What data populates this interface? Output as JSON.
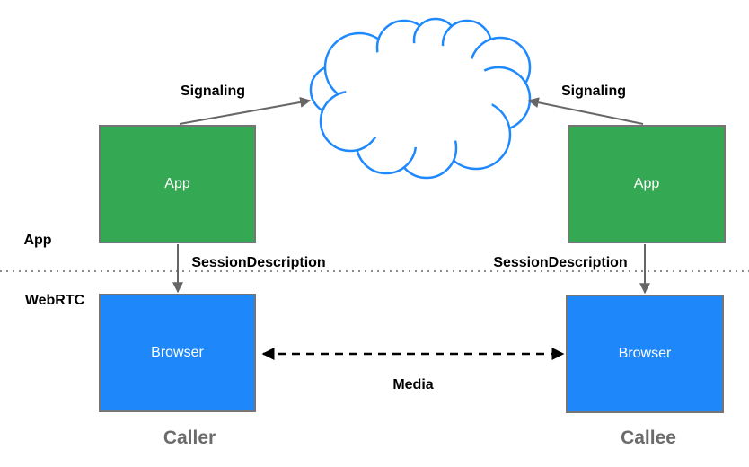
{
  "diagram": {
    "title_semantic": "WebRTC JSEP signaling architecture",
    "colors": {
      "app_box_fill": "#35a853",
      "browser_box_fill": "#1e87f9",
      "box_border": "#757575",
      "cloud_stroke": "#1e88ff",
      "arrow_gray": "#666666",
      "arrow_black": "#000000",
      "divider_gray": "#8c8c8c",
      "caption_gray": "#6b6b6b"
    },
    "cloud": {
      "name": "signaling-network-cloud"
    },
    "layers": {
      "app_label": "App",
      "webrtc_label": "WebRTC"
    },
    "nodes": {
      "caller_app": {
        "label": "App"
      },
      "callee_app": {
        "label": "App"
      },
      "caller_browser": {
        "label": "Browser"
      },
      "callee_browser": {
        "label": "Browser"
      }
    },
    "edges": {
      "signaling_left": {
        "label": "Signaling"
      },
      "signaling_right": {
        "label": "Signaling"
      },
      "session_left": {
        "label": "SessionDescription"
      },
      "session_right": {
        "label": "SessionDescription"
      },
      "media": {
        "label": "Media"
      }
    },
    "captions": {
      "caller": "Caller",
      "callee": "Callee"
    }
  }
}
